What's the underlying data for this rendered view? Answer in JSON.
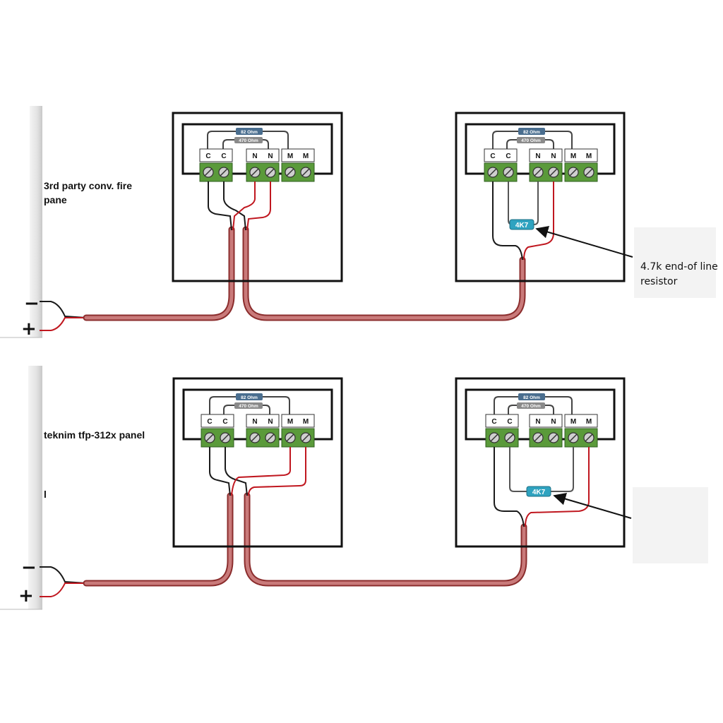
{
  "colors": {
    "cable_outer": "#8b2d2d",
    "cable_inner": "#c97a7a",
    "wire_black": "#1a1a1a",
    "wire_red": "#c0171f",
    "terminal_green": "#5a9a3a",
    "resistor_teal": "#2fa3c0",
    "tag_blue": "#4a6e8f",
    "tag_grey": "#8a8a8a"
  },
  "panels": [
    {
      "label_lines": [
        "3rd party conv. fire",
        "pane"
      ],
      "polarity": {
        "minus": "−",
        "plus": "+"
      }
    },
    {
      "label_lines": [
        "teknim tfp-312x panel",
        "l"
      ],
      "polarity": {
        "minus": "−",
        "plus": "+"
      }
    }
  ],
  "detector_base": {
    "terminals": [
      "C",
      "C",
      "N",
      "N",
      "M",
      "M"
    ],
    "tag_82": "82 Ohm",
    "tag_470": "470 Ohm"
  },
  "resistor": {
    "label": "4K7"
  },
  "callout": {
    "lines": [
      "4.7k end-of line",
      "resistor"
    ]
  }
}
